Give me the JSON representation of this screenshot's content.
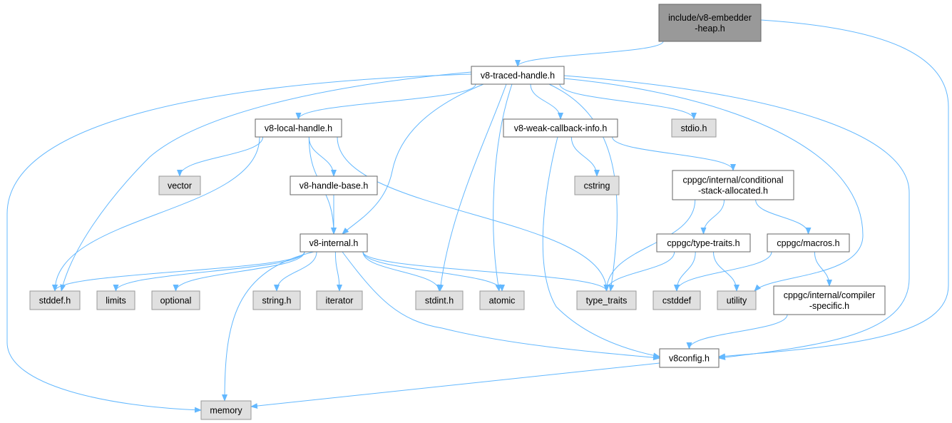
{
  "title": "include/v8-embedder-heap.h",
  "colors": {
    "edge": "#63b8ff",
    "root_fill": "#999999",
    "system_fill": "#e0e0e0",
    "local_fill": "#ffffff"
  },
  "nodes": [
    {
      "id": "root",
      "lines": [
        "include/v8-embedder-heap.h"
      ],
      "label1": "include/v8-embedder",
      "label2": "-heap.h",
      "kind": "root"
    },
    {
      "id": "traced",
      "label1": "v8-traced-handle.h",
      "kind": "local"
    },
    {
      "id": "local",
      "label1": "v8-local-handle.h",
      "kind": "local"
    },
    {
      "id": "weak",
      "label1": "v8-weak-callback-info.h",
      "kind": "local"
    },
    {
      "id": "stdio",
      "label1": "stdio.h",
      "kind": "system"
    },
    {
      "id": "vector",
      "label1": "vector",
      "kind": "system"
    },
    {
      "id": "hbase",
      "label1": "v8-handle-base.h",
      "kind": "local"
    },
    {
      "id": "cstring",
      "label1": "cstring",
      "kind": "system"
    },
    {
      "id": "cond",
      "label1": "cppgc/internal/conditional",
      "label2": "-stack-allocated.h",
      "kind": "local"
    },
    {
      "id": "internal",
      "label1": "v8-internal.h",
      "kind": "local"
    },
    {
      "id": "ctt",
      "label1": "cppgc/type-traits.h",
      "kind": "local"
    },
    {
      "id": "macros",
      "label1": "cppgc/macros.h",
      "kind": "local"
    },
    {
      "id": "stddef",
      "label1": "stddef.h",
      "kind": "system"
    },
    {
      "id": "limits",
      "label1": "limits",
      "kind": "system"
    },
    {
      "id": "optional",
      "label1": "optional",
      "kind": "system"
    },
    {
      "id": "stringh",
      "label1": "string.h",
      "kind": "system"
    },
    {
      "id": "iterator",
      "label1": "iterator",
      "kind": "system"
    },
    {
      "id": "stdint",
      "label1": "stdint.h",
      "kind": "system"
    },
    {
      "id": "atomic",
      "label1": "atomic",
      "kind": "system"
    },
    {
      "id": "type_traits",
      "label1": "type_traits",
      "kind": "system"
    },
    {
      "id": "cstddef",
      "label1": "cstddef",
      "kind": "system"
    },
    {
      "id": "utility",
      "label1": "utility",
      "kind": "system"
    },
    {
      "id": "compiler",
      "label1": "cppgc/internal/compiler",
      "label2": "-specific.h",
      "kind": "local"
    },
    {
      "id": "v8config",
      "label1": "v8config.h",
      "kind": "local"
    },
    {
      "id": "memory",
      "label1": "memory",
      "kind": "system"
    }
  ],
  "edges": [
    [
      "root",
      "traced"
    ],
    [
      "root",
      "v8config"
    ],
    [
      "traced",
      "memory"
    ],
    [
      "traced",
      "stddef"
    ],
    [
      "traced",
      "local"
    ],
    [
      "traced",
      "internal"
    ],
    [
      "traced",
      "stdint"
    ],
    [
      "traced",
      "atomic"
    ],
    [
      "traced",
      "weak"
    ],
    [
      "traced",
      "stdio"
    ],
    [
      "traced",
      "type_traits"
    ],
    [
      "traced",
      "utility"
    ],
    [
      "traced",
      "v8config"
    ],
    [
      "local",
      "vector"
    ],
    [
      "local",
      "stddef"
    ],
    [
      "local",
      "internal"
    ],
    [
      "local",
      "hbase"
    ],
    [
      "local",
      "type_traits"
    ],
    [
      "hbase",
      "internal"
    ],
    [
      "weak",
      "cstring"
    ],
    [
      "weak",
      "cond"
    ],
    [
      "weak",
      "v8config"
    ],
    [
      "cond",
      "type_traits"
    ],
    [
      "cond",
      "ctt"
    ],
    [
      "cond",
      "macros"
    ],
    [
      "ctt",
      "type_traits"
    ],
    [
      "ctt",
      "cstddef"
    ],
    [
      "ctt",
      "utility"
    ],
    [
      "macros",
      "cstddef"
    ],
    [
      "macros",
      "compiler"
    ],
    [
      "compiler",
      "v8config"
    ],
    [
      "internal",
      "stddef"
    ],
    [
      "internal",
      "limits"
    ],
    [
      "internal",
      "optional"
    ],
    [
      "internal",
      "stringh"
    ],
    [
      "internal",
      "iterator"
    ],
    [
      "internal",
      "stdint"
    ],
    [
      "internal",
      "atomic"
    ],
    [
      "internal",
      "type_traits"
    ],
    [
      "internal",
      "memory"
    ],
    [
      "internal",
      "v8config"
    ],
    [
      "v8config",
      "memory"
    ]
  ]
}
